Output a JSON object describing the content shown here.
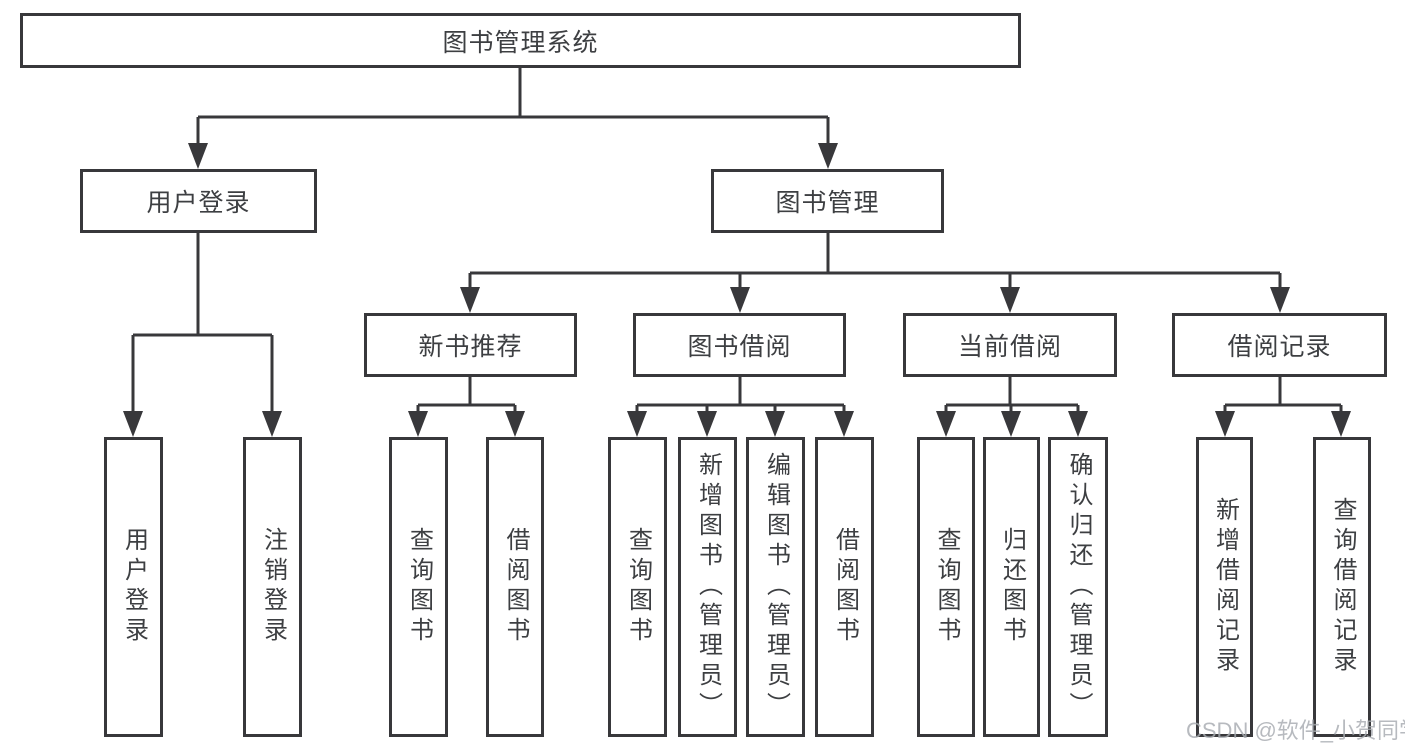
{
  "tree": {
    "root": "图书管理系统",
    "children": [
      {
        "label": "用户登录",
        "leaves": [
          "用户登录",
          "注销登录"
        ]
      },
      {
        "label": "图书管理",
        "children": [
          {
            "label": "新书推荐",
            "leaves": [
              "查询图书",
              "借阅图书"
            ]
          },
          {
            "label": "图书借阅",
            "leaves": [
              "查询图书",
              "新增图书（管理员）",
              "编辑图书（管理员）",
              "借阅图书"
            ]
          },
          {
            "label": "当前借阅",
            "leaves": [
              "查询图书",
              "归还图书",
              "确认归还（管理员）"
            ]
          },
          {
            "label": "借阅记录",
            "leaves": [
              "新增借阅记录",
              "查询借阅记录"
            ]
          }
        ]
      }
    ]
  },
  "watermark": {
    "text": "CSDN @软件_小贺同学"
  },
  "colors": {
    "line": "#38383b",
    "text": "#3d3f42",
    "watermark": "#a8acb1",
    "background": "#ffffff"
  }
}
